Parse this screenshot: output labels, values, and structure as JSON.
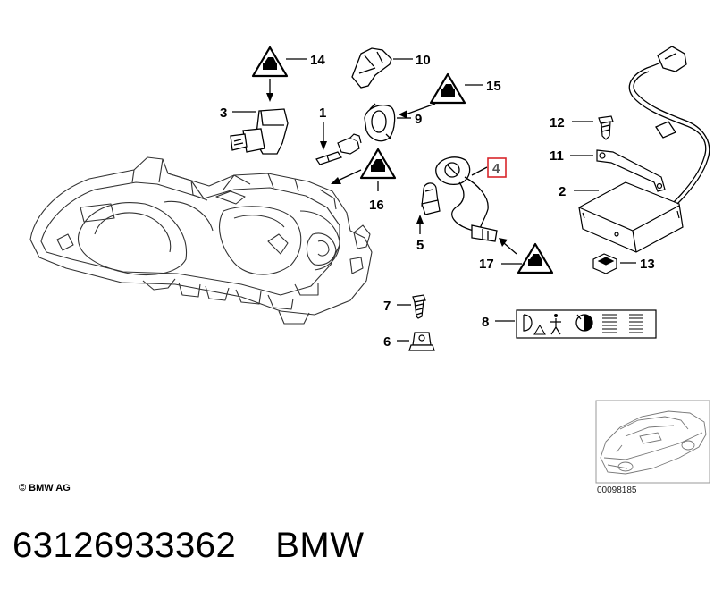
{
  "callouts": [
    {
      "id": "1",
      "label": "1"
    },
    {
      "id": "2",
      "label": "2"
    },
    {
      "id": "3",
      "label": "3"
    },
    {
      "id": "4",
      "label": "4",
      "highlighted": true
    },
    {
      "id": "5",
      "label": "5"
    },
    {
      "id": "6",
      "label": "6"
    },
    {
      "id": "7",
      "label": "7"
    },
    {
      "id": "8",
      "label": "8"
    },
    {
      "id": "9",
      "label": "9"
    },
    {
      "id": "10",
      "label": "10"
    },
    {
      "id": "11",
      "label": "11"
    },
    {
      "id": "12",
      "label": "12"
    },
    {
      "id": "13",
      "label": "13"
    },
    {
      "id": "14",
      "label": "14"
    },
    {
      "id": "15",
      "label": "15"
    },
    {
      "id": "16",
      "label": "16"
    },
    {
      "id": "17",
      "label": "17"
    }
  ],
  "highlight_color": "#d9262b",
  "copyright": "© BMW AG",
  "diagram_id": "00098185",
  "footer": {
    "part_number": "63126933362",
    "brand": "BMW"
  }
}
